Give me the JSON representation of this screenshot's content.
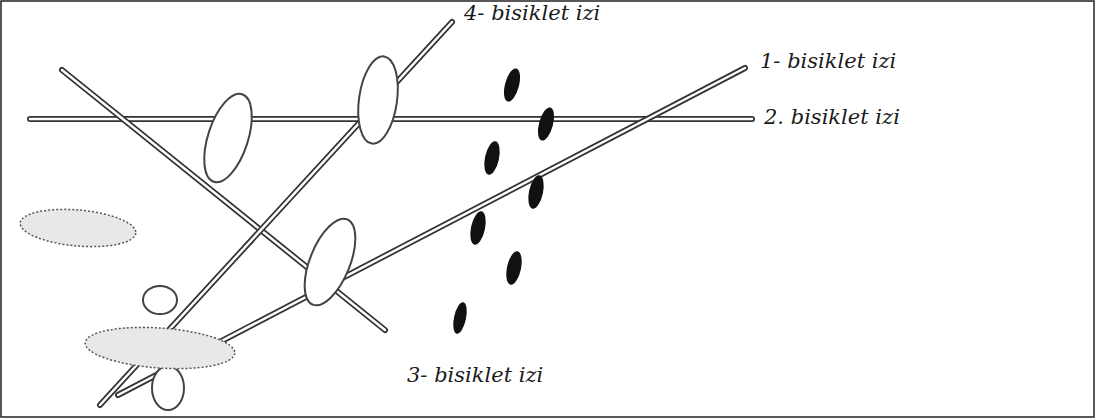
{
  "diagram": {
    "labels": [
      "4- bisiklet izi",
      "1- bisiklet izi",
      "2. bisiklet izi",
      "3- bisiklet izi"
    ]
  }
}
